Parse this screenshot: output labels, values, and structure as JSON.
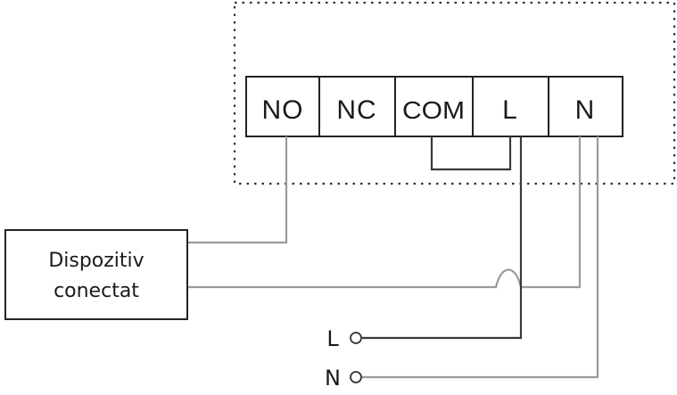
{
  "terminals": [
    {
      "id": "no",
      "label": "NO"
    },
    {
      "id": "nc",
      "label": "NC"
    },
    {
      "id": "com",
      "label": "COM"
    },
    {
      "id": "l",
      "label": "L"
    },
    {
      "id": "n",
      "label": "N"
    }
  ],
  "device": {
    "line1": "Dispozitiv",
    "line2": "conectat"
  },
  "supply": {
    "live_label": "L",
    "neutral_label": "N"
  }
}
